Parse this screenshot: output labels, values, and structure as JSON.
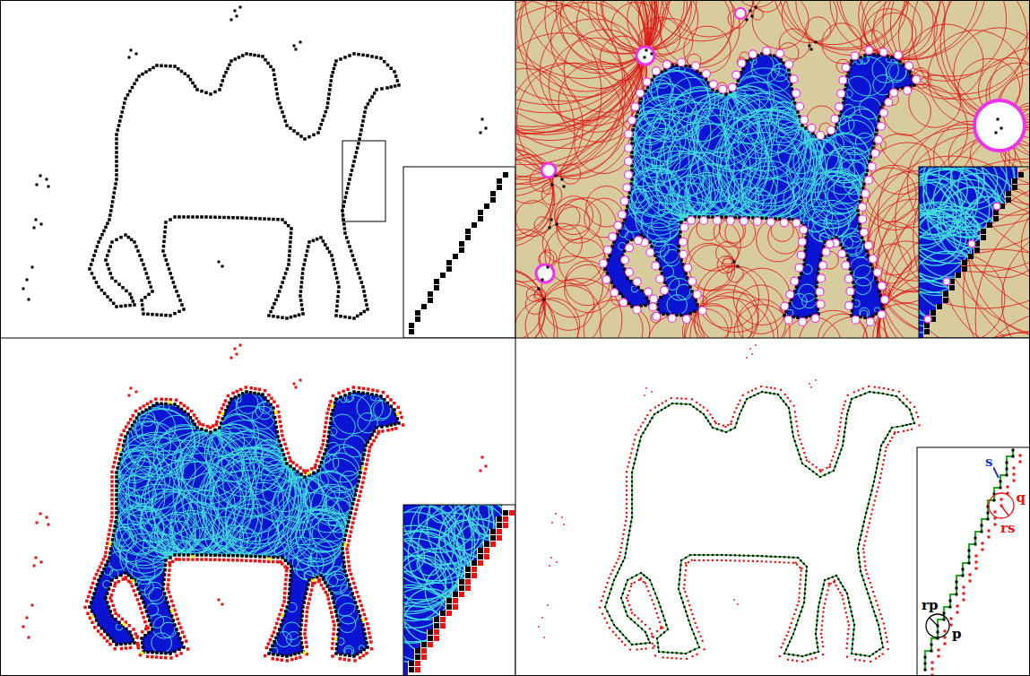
{
  "diagram": {
    "labels": [
      "s",
      "q",
      "rs",
      "rp",
      "p"
    ]
  }
}
